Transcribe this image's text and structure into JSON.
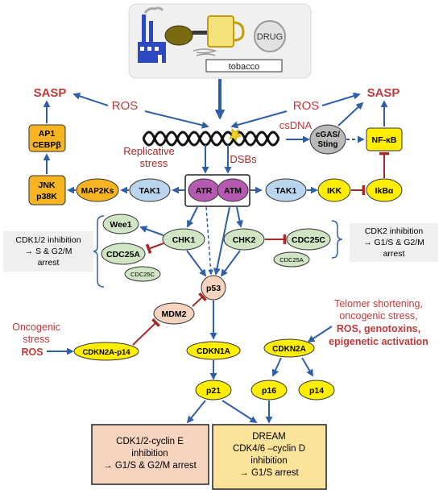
{
  "colors": {
    "arrow": "#2e5fa8",
    "inhibit": "#a52a2a",
    "red_text": "#c0393b",
    "yellow": "#ffee00",
    "orange": "#f6b520",
    "light_blue": "#b9d6ee",
    "purple": "#b55ab0",
    "green": "#cfe5c4",
    "salmon": "#f6d3bf",
    "grey_box": "#efefef",
    "top_panel": "#f0f0f0",
    "box_salmon": "#f7d4c0",
    "box_yellow": "#fbe39a"
  },
  "icons": [
    "factory-icon",
    "frying-pan-icon",
    "beer-mug-icon",
    "drug-pill-icon",
    "cigarette-icon",
    "dna-helix-icon"
  ],
  "top": {
    "drug_label": "DRUG",
    "tobacco_label": "tobacco"
  },
  "labels": {
    "sasp_left": "SASP",
    "sasp_right": "SASP",
    "ros_left": "ROS",
    "ros_right": "ROS",
    "csdna": "csDNA",
    "replicative_stress_1": "Replicative",
    "replicative_stress_2": "stress",
    "dsbs": "DSBs",
    "oncogenic_stress_1": "Oncogenic",
    "oncogenic_stress_2": "stress",
    "oncogenic_ros": "ROS",
    "telomer_1": "Telomer shortening,",
    "telomer_2": "oncogenic stress,",
    "telomer_3": "ROS, genotoxins,",
    "telomer_4": "epigenetic activation"
  },
  "nodes": {
    "ap1_1": "AP1",
    "ap1_2": "CEBPβ",
    "jnk_1": "JNK",
    "jnk_2": "p38K",
    "map2ks": "MAP2Ks",
    "tak1_left": "TAK1",
    "atr": "ATR",
    "atm": "ATM",
    "tak1_right": "TAK1",
    "ikk": "IKK",
    "ikba": "IkBα",
    "cgas_1": "cGAS/",
    "cgas_2": "Sting",
    "nfkb": "NF-κB",
    "wee1": "Wee1",
    "chk1": "CHK1",
    "cdc25a_big": "CDC25A",
    "cdc25c_small": "CDC25C",
    "chk2": "CHK2",
    "cdc25c_big": "CDC25C",
    "cdc25a_small": "CDC25A",
    "p53": "p53",
    "mdm2": "MDM2",
    "cdkn2a_p14": "CDKN2A-p14",
    "cdkn1a": "CDKN1A",
    "cdkn2a": "CDKN2A",
    "p21": "p21",
    "p16": "p16",
    "p14": "p14"
  },
  "notes": {
    "cdk12_1": "CDK1/2 inhibition",
    "cdk12_2": "→ S & G2/M",
    "cdk12_3": "arrest",
    "cdk2_1": "CDK2 inhibition",
    "cdk2_2": "→ G1/S & G2/M",
    "cdk2_3": "arrest"
  },
  "outcomes": {
    "left_1": "CDK1/2-cyclin E",
    "left_2": "inhibition",
    "left_3": "→ G1/S & G2/M arrest",
    "right_1": "DREAM",
    "right_2": "CDK4/6 –cyclin D",
    "right_3": "inhibition",
    "right_4": "→ G1/S arrest"
  }
}
